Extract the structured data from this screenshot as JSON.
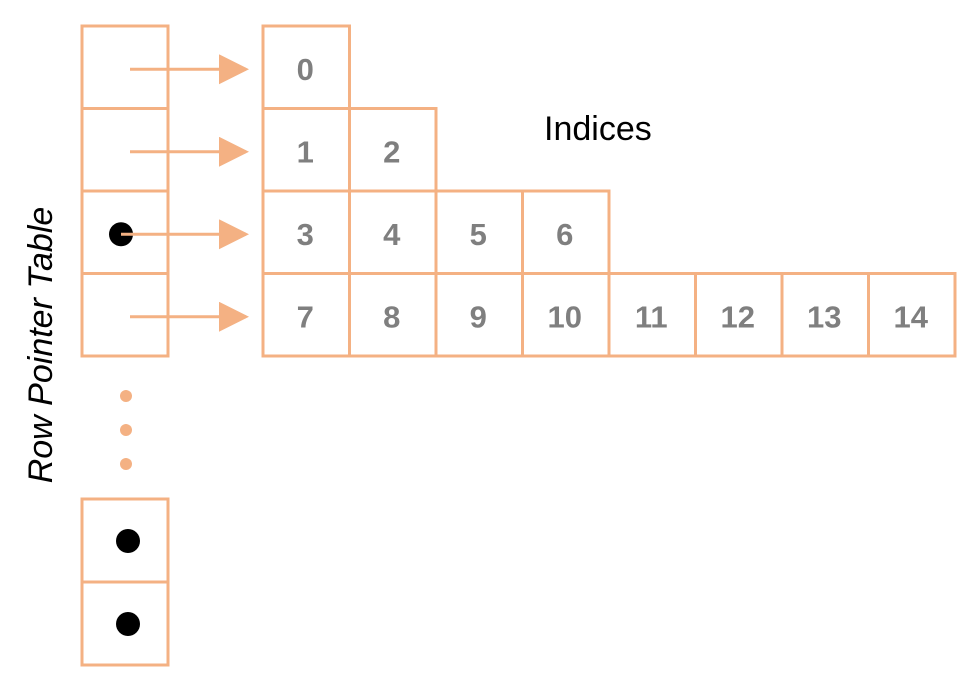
{
  "indices_label": "Indices",
  "row_pointer_label": "Row Pointer Table",
  "rows": [
    {
      "indices": [
        "0"
      ],
      "pointer_dot": false
    },
    {
      "indices": [
        "1",
        "2"
      ],
      "pointer_dot": false
    },
    {
      "indices": [
        "3",
        "4",
        "5",
        "6"
      ],
      "pointer_dot": true
    },
    {
      "indices": [
        "7",
        "8",
        "9",
        "10",
        "11",
        "12",
        "13",
        "14"
      ],
      "pointer_dot": false
    }
  ],
  "bottom_pointer_dots": [
    true,
    true
  ],
  "ellipsis_dots": 3,
  "colors": {
    "cell_border": "#f4b183",
    "index_text": "#7f7f7f",
    "dot": "#000000"
  }
}
